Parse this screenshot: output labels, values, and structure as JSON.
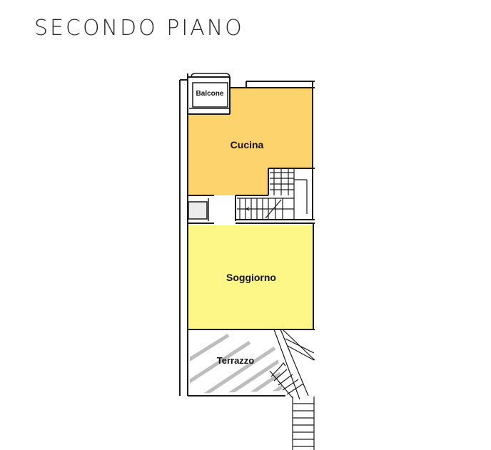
{
  "title": "SECONDO PIANO",
  "rooms": {
    "balcone": {
      "label": "Balcone",
      "color": ""
    },
    "cucina": {
      "label": "Cucina",
      "color": "#fdd36e"
    },
    "soggiorno": {
      "label": "Soggiorno",
      "color": "#fdf788"
    },
    "terrazzo": {
      "label": "Terrazzo",
      "color": "#ffffff"
    }
  },
  "colors": {
    "wall": "#1a1a1a",
    "hatch": "#bdbdbd"
  }
}
